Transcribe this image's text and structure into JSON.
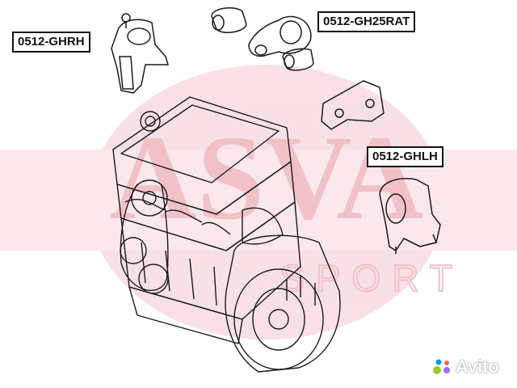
{
  "labels": {
    "right_mount": "0512-GHRH",
    "torque_rod": "0512-GH25RAT",
    "left_mount": "0512-GHLH"
  },
  "watermark": {
    "brand_text": "ASVA",
    "sub_text": "SPORT",
    "brand_color": "#e05a6a"
  },
  "marketplace_mark": {
    "text": "Avito",
    "dot_colors": [
      "#97cf26",
      "#a169f7",
      "#ff6163",
      "#0099f7"
    ]
  },
  "colors": {
    "line_art": "#1a1a1a",
    "watermark_fill": "#f4c9cf"
  }
}
